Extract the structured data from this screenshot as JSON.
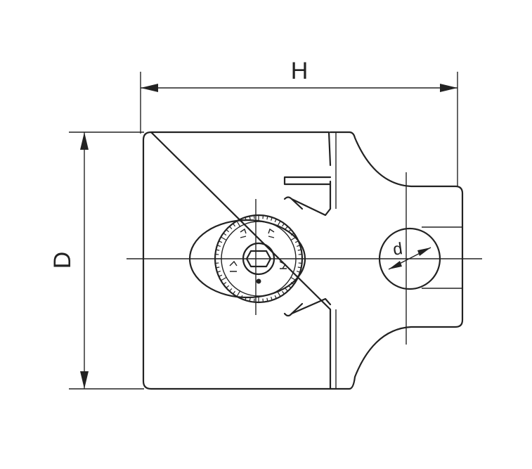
{
  "labels": {
    "height_dim": "H",
    "diameter_dim": "D",
    "bore_dim": "d"
  },
  "colors": {
    "line": "#222222",
    "background": "#ffffff"
  }
}
